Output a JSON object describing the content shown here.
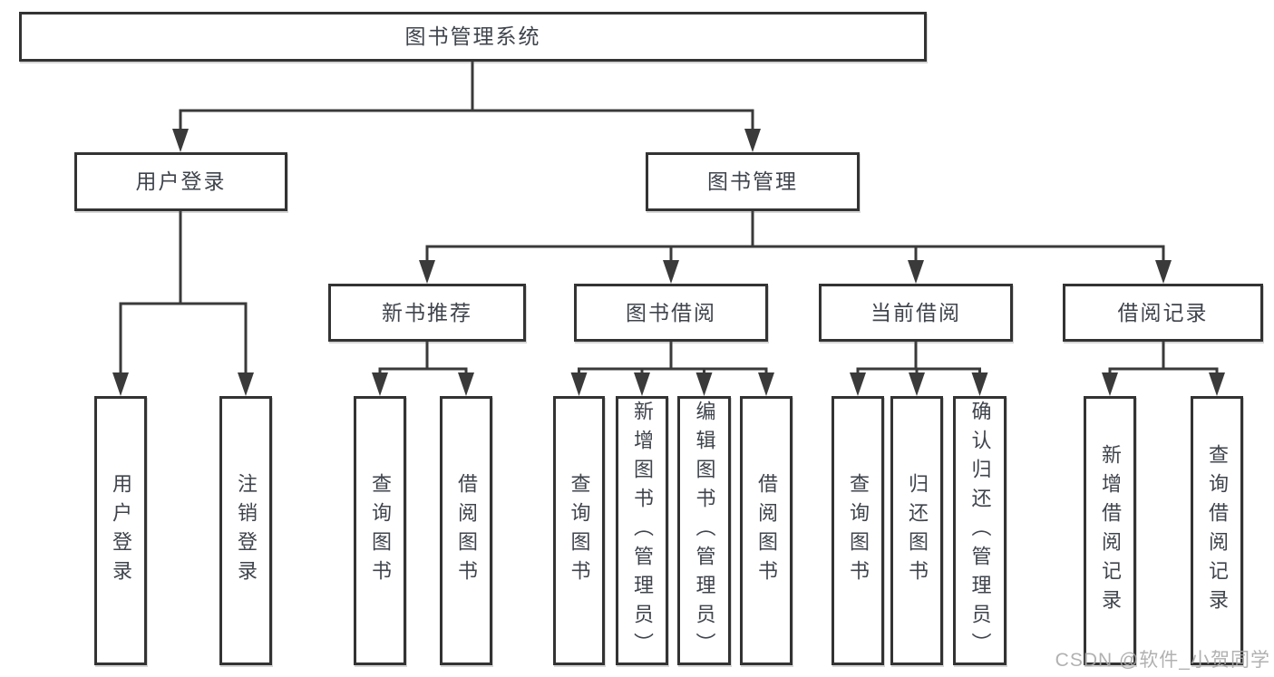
{
  "root": {
    "label": "图书管理系统",
    "children": [
      {
        "label": "用户登录",
        "children": [
          {
            "label": "用户登录"
          },
          {
            "label": "注销登录"
          }
        ]
      },
      {
        "label": "图书管理",
        "children": [
          {
            "label": "新书推荐",
            "children": [
              {
                "label": "查询图书"
              },
              {
                "label": "借阅图书"
              }
            ]
          },
          {
            "label": "图书借阅",
            "children": [
              {
                "label": "查询图书"
              },
              {
                "label": "新增图书（管理员）"
              },
              {
                "label": "编辑图书（管理员）"
              },
              {
                "label": "借阅图书"
              }
            ]
          },
          {
            "label": "当前借阅",
            "children": [
              {
                "label": "查询图书"
              },
              {
                "label": "归还图书"
              },
              {
                "label": "确认归还（管理员）"
              }
            ]
          },
          {
            "label": "借阅记录",
            "children": [
              {
                "label": "新增借阅记录"
              },
              {
                "label": "查询借阅记录"
              }
            ]
          }
        ]
      }
    ]
  },
  "watermark": "CSDN @软件_小贺同学",
  "colors": {
    "line": "#3a3a3a",
    "box_border": "#333333",
    "box_fill": "#ffffff",
    "text": "#3f444c",
    "watermark": "#a8a8aa"
  }
}
